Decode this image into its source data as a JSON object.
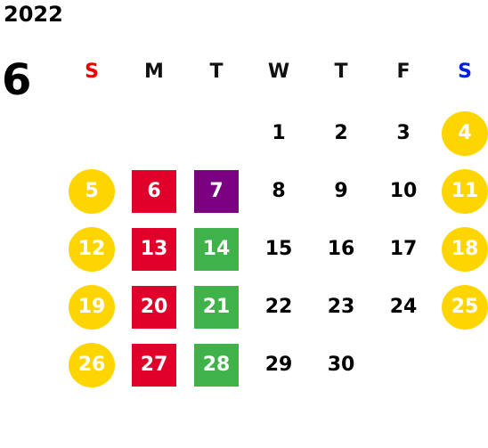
{
  "year": "2022",
  "month": "6",
  "weekdays": [
    {
      "label": "S",
      "color": "#ee0000"
    },
    {
      "label": "M",
      "color": "#111111"
    },
    {
      "label": "T",
      "color": "#111111"
    },
    {
      "label": "W",
      "color": "#111111"
    },
    {
      "label": "T",
      "color": "#111111"
    },
    {
      "label": "F",
      "color": "#111111"
    },
    {
      "label": "S",
      "color": "#0022dd"
    }
  ],
  "colors": {
    "weekend_circle": "#ffd500",
    "red_square": "#e0002a",
    "green_square": "#3fb24a",
    "purple_square": "#7a0081"
  },
  "days": [
    {
      "day": "1"
    },
    {
      "day": "2"
    },
    {
      "day": "3"
    },
    {
      "day": "4",
      "highlight": "weekend_circle"
    },
    {
      "day": "5",
      "highlight": "weekend_circle"
    },
    {
      "day": "6",
      "highlight": "red_square"
    },
    {
      "day": "7",
      "highlight": "purple_square"
    },
    {
      "day": "8"
    },
    {
      "day": "9"
    },
    {
      "day": "10"
    },
    {
      "day": "11",
      "highlight": "weekend_circle"
    },
    {
      "day": "12",
      "highlight": "weekend_circle"
    },
    {
      "day": "13",
      "highlight": "red_square"
    },
    {
      "day": "14",
      "highlight": "green_square"
    },
    {
      "day": "15"
    },
    {
      "day": "16"
    },
    {
      "day": "17"
    },
    {
      "day": "18",
      "highlight": "weekend_circle"
    },
    {
      "day": "19",
      "highlight": "weekend_circle"
    },
    {
      "day": "20",
      "highlight": "red_square"
    },
    {
      "day": "21",
      "highlight": "green_square"
    },
    {
      "day": "22"
    },
    {
      "day": "23"
    },
    {
      "day": "24"
    },
    {
      "day": "25",
      "highlight": "weekend_circle"
    },
    {
      "day": "26",
      "highlight": "weekend_circle"
    },
    {
      "day": "27",
      "highlight": "red_square"
    },
    {
      "day": "28",
      "highlight": "green_square"
    },
    {
      "day": "29"
    },
    {
      "day": "30"
    }
  ]
}
